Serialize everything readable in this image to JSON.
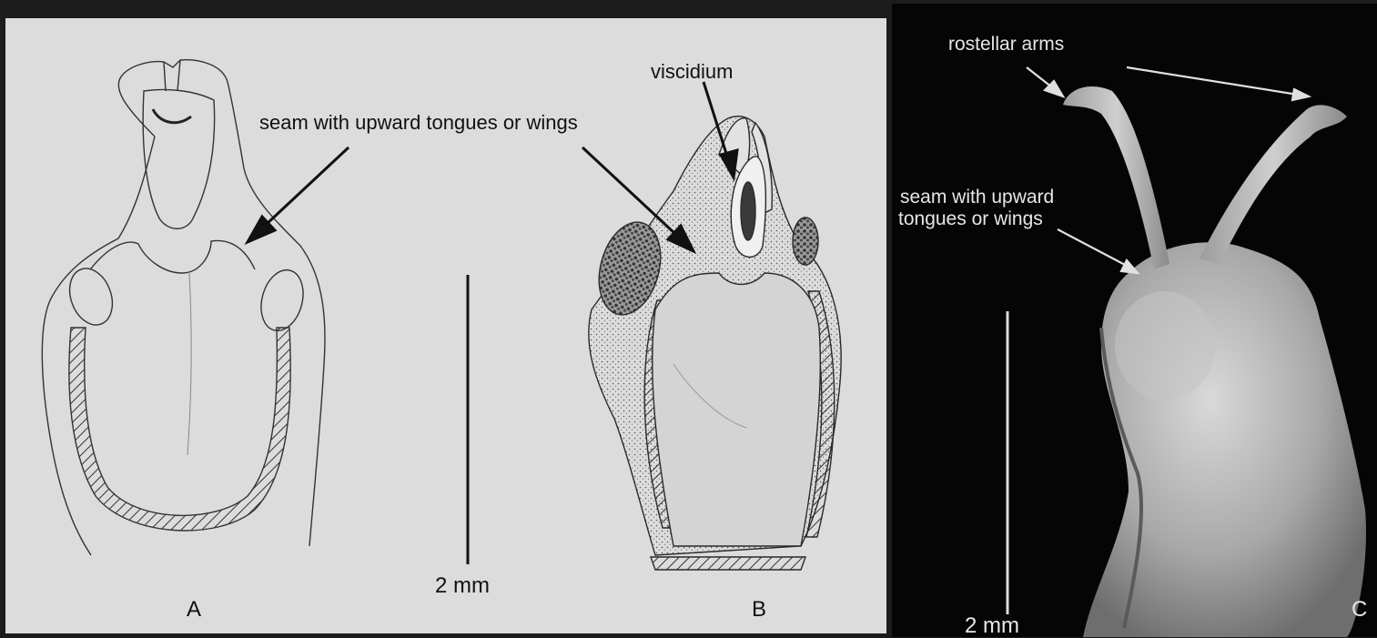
{
  "figure": {
    "panels": {
      "a": "A",
      "b": "B",
      "c": "C"
    },
    "labels": {
      "seam_drawn": "seam with upward tongues or wings",
      "viscidium": "viscidium",
      "rostellar_arms": "rostellar arms",
      "seam_photo_line1": "seam with upward",
      "seam_photo_line2": "tongues or wings"
    },
    "scale_bars": {
      "drawing": "2 mm",
      "photo": "2 mm"
    }
  }
}
